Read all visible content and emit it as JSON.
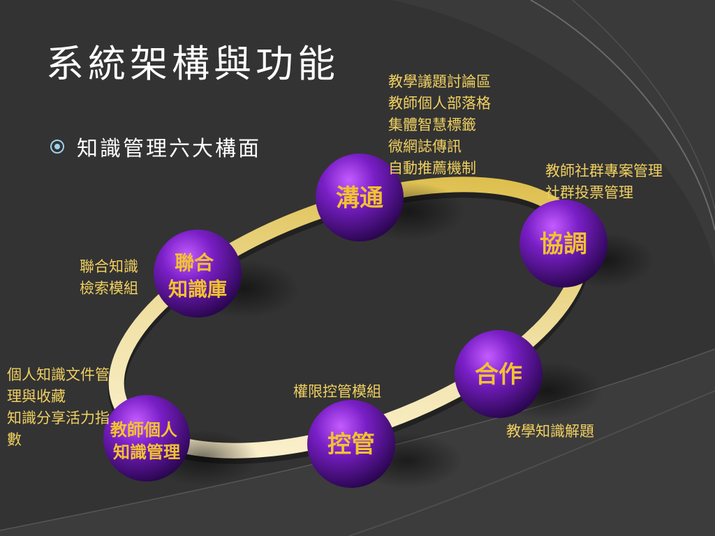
{
  "slide": {
    "title": "系統架構與功能",
    "bullet": "知識管理六大構面"
  },
  "nodes": [
    {
      "id": "goutong",
      "lines": [
        "溝通"
      ]
    },
    {
      "id": "xietiao",
      "lines": [
        "協調"
      ]
    },
    {
      "id": "hezuo",
      "lines": [
        "合作"
      ]
    },
    {
      "id": "kongguan",
      "lines": [
        "控管"
      ]
    },
    {
      "id": "jiaoshi",
      "lines": [
        "教師個人",
        "知識管理"
      ]
    },
    {
      "id": "lianhe",
      "lines": [
        "聯合",
        "知識庫"
      ]
    }
  ],
  "annotations": [
    {
      "id": "goutong",
      "lines": [
        "教學議題討論區",
        "教師個人部落格",
        "集體智慧標籤",
        "微網誌傳訊",
        "自動推薦機制"
      ]
    },
    {
      "id": "xietiao",
      "lines": [
        "教師社群專案管理",
        "社群投票管理"
      ]
    },
    {
      "id": "hezuo",
      "lines": [
        "教學知識解題"
      ]
    },
    {
      "id": "kongguan",
      "lines": [
        "權限控管模組"
      ]
    },
    {
      "id": "jiaoshi",
      "lines": [
        "個人知識文件管",
        "理與收藏",
        "知識分享活力指",
        "數"
      ]
    },
    {
      "id": "lianhe",
      "lines": [
        "聯合知識",
        "檢索模組"
      ]
    }
  ],
  "colors": {
    "sphere": "#7a1fc7",
    "sphere_dark": "#2a0650",
    "node_text": "#f2c230",
    "annotation_text": "#f0d060",
    "ring_light": "#fff6dc",
    "ring_gold": "#d8b432",
    "background": "#333333"
  }
}
